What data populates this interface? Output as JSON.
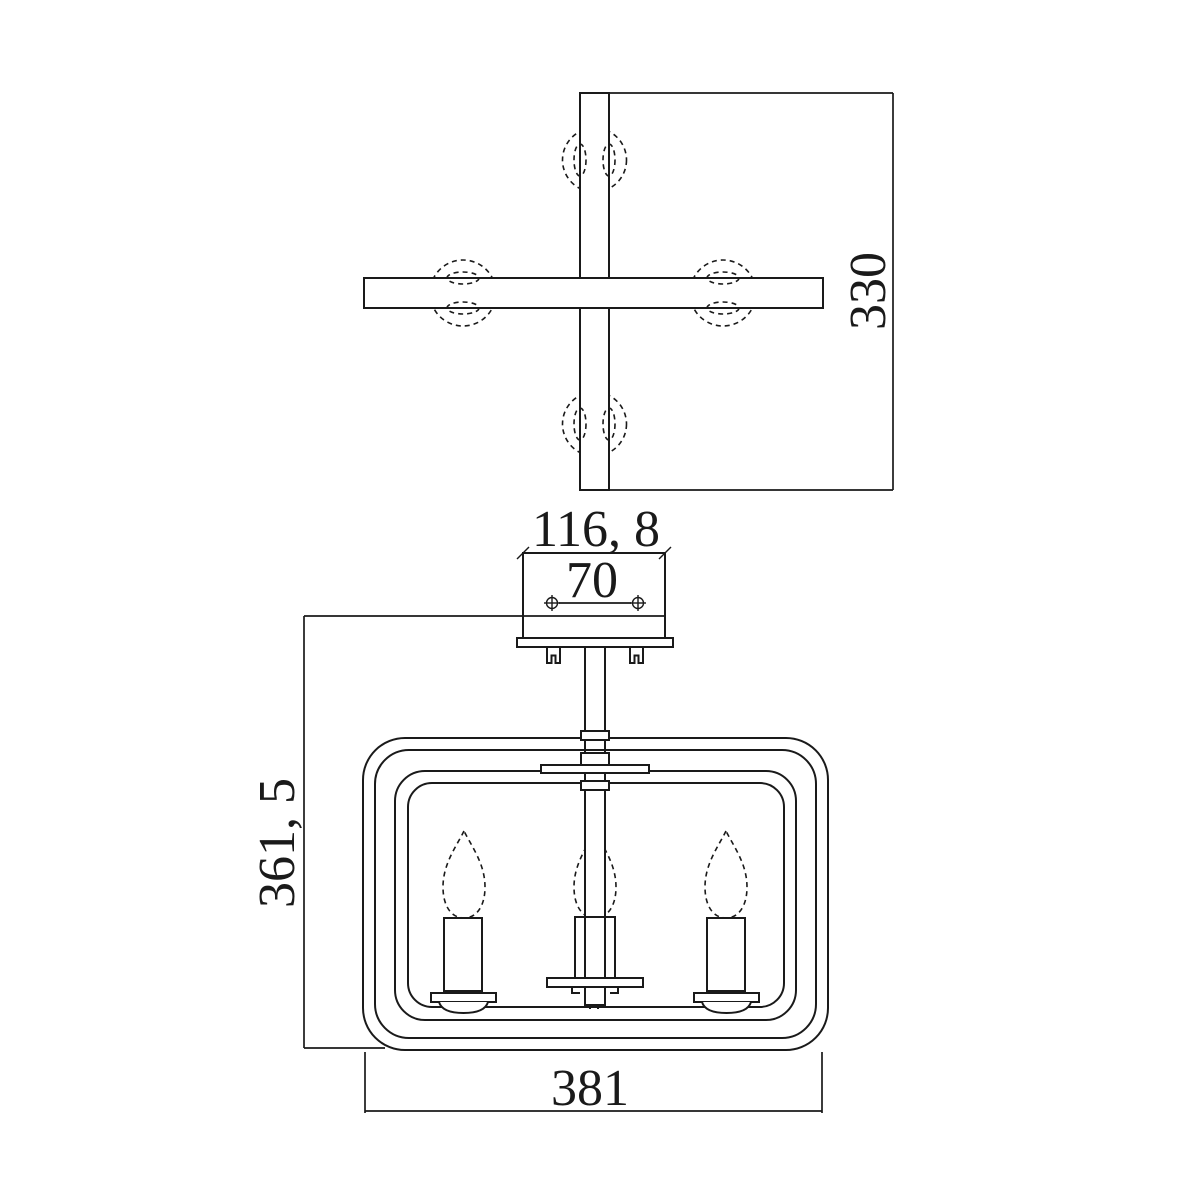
{
  "drawing": {
    "kind": "dimension-drawing",
    "colors": {
      "background": "#ffffff",
      "line": "#1a1a1a"
    },
    "views": {
      "top": {
        "dim_length": "330"
      },
      "front": {
        "dim_canopy_width": "116, 8",
        "dim_hole_spacing": "70",
        "dim_height": "361, 5",
        "dim_width": "381"
      }
    }
  }
}
